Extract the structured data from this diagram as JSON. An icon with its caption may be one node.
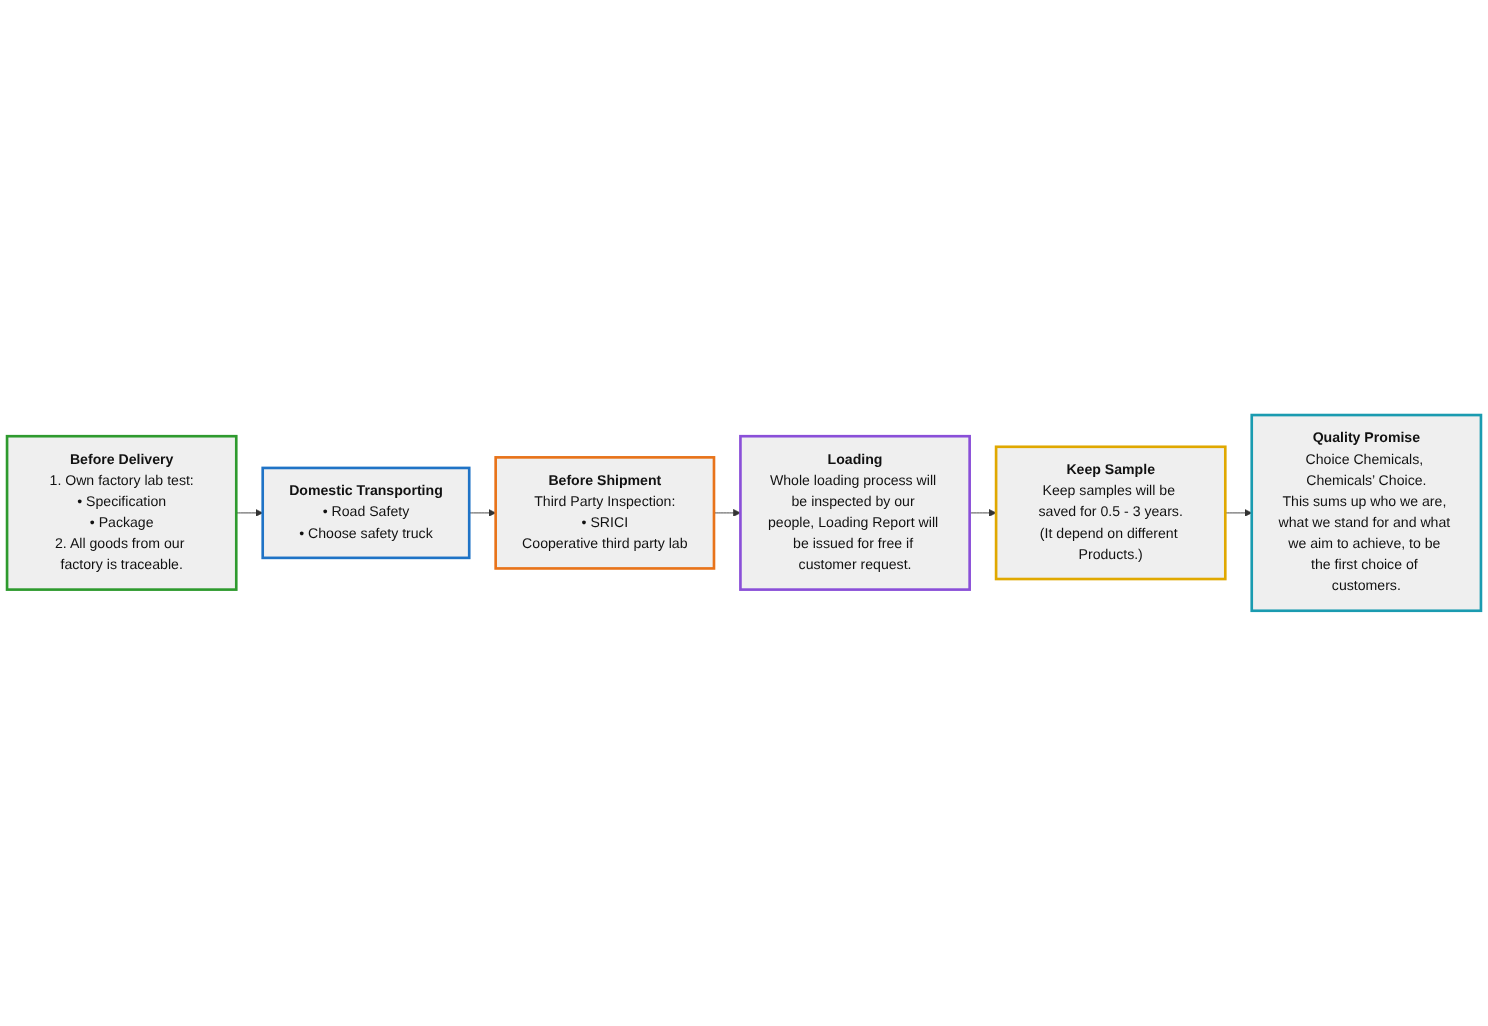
{
  "diagram": {
    "nodes": [
      {
        "text": [
          "Before Delivery",
          "1. Own factory lab test:",
          "• Specification",
          "• Package",
          "2. All goods from our factory is traceable."
        ]
      },
      {
        "text": [
          "Domestic Transporting",
          "• Road Safety",
          "• Choose safety truck"
        ]
      },
      {
        "text": [
          "Before Shipment",
          "Third Party Inspection:",
          "• SRICI",
          "Cooperative third party lab"
        ]
      },
      {
        "text": [
          "Quality Promise",
          "Choice Chemicals, Chemicals’ Choice.",
          "This sums up who we are, what we stand for and what we aim to achieve, to be the first choice of customers."
        ]
      },
      {
        "text": [
          "Keep Sample",
          "Keep samples will be saved for 0.5 - 3 years.",
          "(It depend on different Products.)"
        ]
      },
      {
        "text": [
          "Loading",
          "Whole loading process will be inspected by our people, Loading Report will be issued for free if customer request."
        ]
      }
    ],
    "edges": [
      {
        "from": 0,
        "to": 1,
        "arrow": "to"
      },
      {
        "from": 1,
        "to": 2,
        "arrow": "to"
      },
      {
        "from": 2,
        "to": 5,
        "arrow": "to"
      },
      {
        "from": 5,
        "to": 4,
        "arrow": "to"
      },
      {
        "from": 4,
        "to": 3,
        "arrow": "to"
      }
    ]
  }
}
